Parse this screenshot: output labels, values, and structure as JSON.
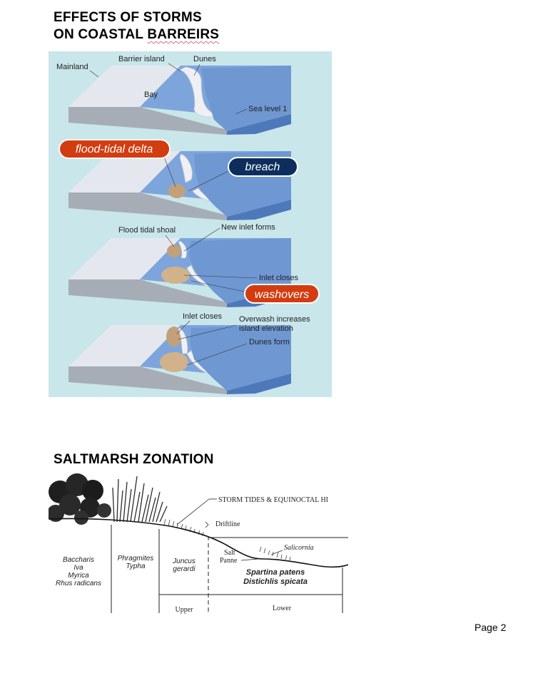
{
  "heading1": {
    "line1": "EFFECTS OF STORMS",
    "line2_prefix": "ON COASTAL ",
    "line2_word": "BARREIRS"
  },
  "barrier_figure": {
    "panel1": {
      "mainland": "Mainland",
      "barrier_island": "Barrier island",
      "dunes": "Dunes",
      "bay": "Bay",
      "sea_level": "Sea level 1"
    },
    "panel2": {
      "flood_tidal_delta": "flood-tidal delta",
      "breach": "breach"
    },
    "panel3": {
      "flood_tidal_shoal": "Flood tidal shoal",
      "new_inlet": "New inlet forms",
      "inlet_closes": "Inlet closes",
      "washovers": "washovers"
    },
    "panel4": {
      "inlet_closes": "Inlet closes",
      "overwash_1": "Overwash increases",
      "overwash_2": "island elevation",
      "dunes_form": "Dunes form"
    },
    "colors": {
      "background": "#c9e6ea",
      "water": "#7da5dc",
      "land": "#e4e8ee",
      "side": "#a7adb6",
      "sand": "#d2b28a",
      "badge_orange": "#d23c10",
      "badge_navy": "#0d2e5c"
    }
  },
  "heading2": "SALTMARSH ZONATION",
  "marsh_figure": {
    "storm_tides": "STORM TIDES & EQUINOCTAL HI",
    "driftline": "Driftline",
    "salt_panne_1": "Salt",
    "salt_panne_2": "Panne",
    "salicornia": "Salicornia",
    "zone_shrub": [
      "Baccharis",
      "Iva",
      "Myrica",
      "Rhus radicans"
    ],
    "zone_reed": [
      "Phragmites",
      "Typha"
    ],
    "zone_juncus": [
      "Juncus",
      "gerardi"
    ],
    "zone_spartina": [
      "Spartina patens",
      "Distichlis spicata"
    ],
    "upper": "Upper",
    "lower": "Lower"
  },
  "page_number": "Page 2"
}
